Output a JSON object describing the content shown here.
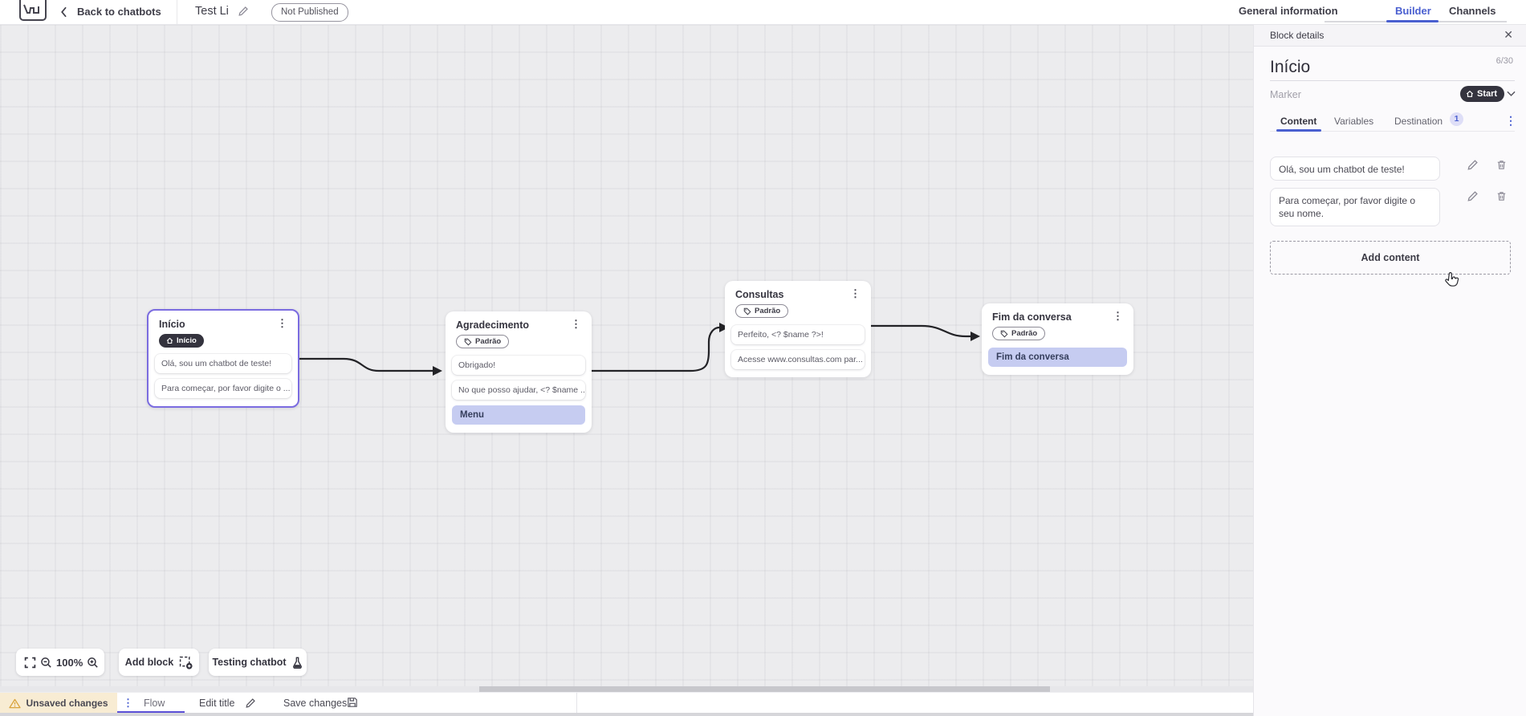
{
  "header": {
    "back_label": "Back to chatbots",
    "bot_title": "Test Li",
    "status_badge": "Not Published",
    "tabs": [
      {
        "label": "General information",
        "active": false
      },
      {
        "label": "Builder",
        "active": true
      },
      {
        "label": "Channels",
        "active": false
      }
    ]
  },
  "panel": {
    "header_title": "Block details",
    "block_name": "Início",
    "name_counter": "6/30",
    "marker_label": "Marker",
    "marker_value": "Start",
    "tabs": {
      "content": "Content",
      "variables": "Variables",
      "destination": "Destination",
      "destination_badge": "1"
    },
    "messages": [
      {
        "text": "Olá, sou um chatbot de teste!"
      },
      {
        "text": "Para começar, por favor digite o seu nome."
      }
    ],
    "add_content_label": "Add content"
  },
  "canvas": {
    "blocks": [
      {
        "title": "Início",
        "marker_badge": "Início",
        "selected": true,
        "items": [
          "Olá, sou um chatbot de teste!",
          "Para começar, por favor digite o ..."
        ]
      },
      {
        "title": "Agradecimento",
        "tag": "Padrão",
        "items": [
          "Obrigado!",
          "No que posso ajudar, <? $name ...",
          "Menu"
        ]
      },
      {
        "title": "Consultas",
        "tag": "Padrão",
        "items": [
          "Perfeito, <? $name ?>!",
          "Acesse www.consultas.com par..."
        ]
      },
      {
        "title": "Fim da conversa",
        "tag": "Padrão",
        "items": [
          "Fim da conversa"
        ]
      }
    ],
    "toolbar": {
      "zoom_level": "100%",
      "add_block_label": "Add block",
      "testing_label": "Testing chatbot"
    }
  },
  "bottombar": {
    "unsaved_label": "Unsaved changes",
    "flow_tab_label": "Flow",
    "edit_title_label": "Edit title",
    "save_label": "Save changes"
  },
  "icons": {
    "kebab": "⋮",
    "close": "✕"
  },
  "colors": {
    "accent_blue": "#4a5fd0",
    "flow_underline": "#5b50d6",
    "selected_block_border": "#7b6ce0",
    "item_highlight_bg": "#c6ccf1",
    "dark_pill_bg": "#34333e",
    "unsaved_bg": "#f8ecd3",
    "warning_icon": "#d9a33c",
    "canvas_bg": "#ececee"
  }
}
